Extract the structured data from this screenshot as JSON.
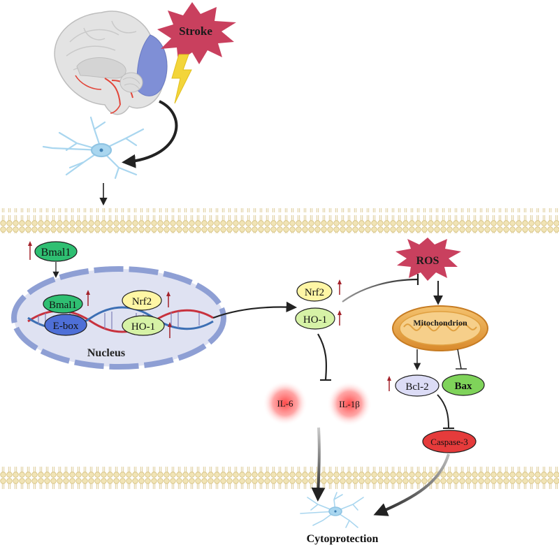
{
  "labels": {
    "stroke": "Stroke",
    "bmal1_top": "Bmal1",
    "bmal1_dna": "Bmal1",
    "ebox": "E-box",
    "nrf2_nucleus": "Nrf2",
    "ho1_nucleus": "HO-1",
    "nucleus": "Nucleus",
    "nrf2_cyto": "Nrf2",
    "ho1_cyto": "HO-1",
    "ros": "ROS",
    "mitochondrion": "Mitochondrion",
    "bcl2": "Bcl-2",
    "bax": "Bax",
    "caspase3": "Caspase-3",
    "il6": "IL-6",
    "il1b": "IL-1β",
    "cytoprotection": "Cytoprotection"
  },
  "colors": {
    "stroke_burst": "#c9405e",
    "lightning": "#f3d53a",
    "brain_fill": "#e3e3e3",
    "brain_lobe": "#7f8fd6",
    "brain_vessels": "#e2463a",
    "neuron": "#a9d6ef",
    "membrane_head": "#f1e4b6",
    "membrane_line": "#d9c68a",
    "nucleus_fill": "#dfe2f2",
    "nucleus_border": "#8e9fd4",
    "bmal1": "#2fbf72",
    "ebox": "#4e6fd7",
    "nrf2": "#fff6a5",
    "ho1": "#d6f2a6",
    "ros": "#c9405e",
    "mito_outer": "#e7a64a",
    "bcl2": "#dcdcf6",
    "bax": "#7fd35a",
    "caspase3": "#e53b3b",
    "inflammation": "#ff4a4a",
    "upregulation_arrow": "#a3222b",
    "pathway_arrow": "#222222"
  },
  "icons": {
    "brain": "brain-icon",
    "stroke": "starburst-icon",
    "lightning": "lightning-icon",
    "neuron": "neuron-icon",
    "dna": "dna-helix-icon",
    "mitochondrion": "mitochondrion-icon",
    "membrane": "lipid-bilayer-icon"
  }
}
